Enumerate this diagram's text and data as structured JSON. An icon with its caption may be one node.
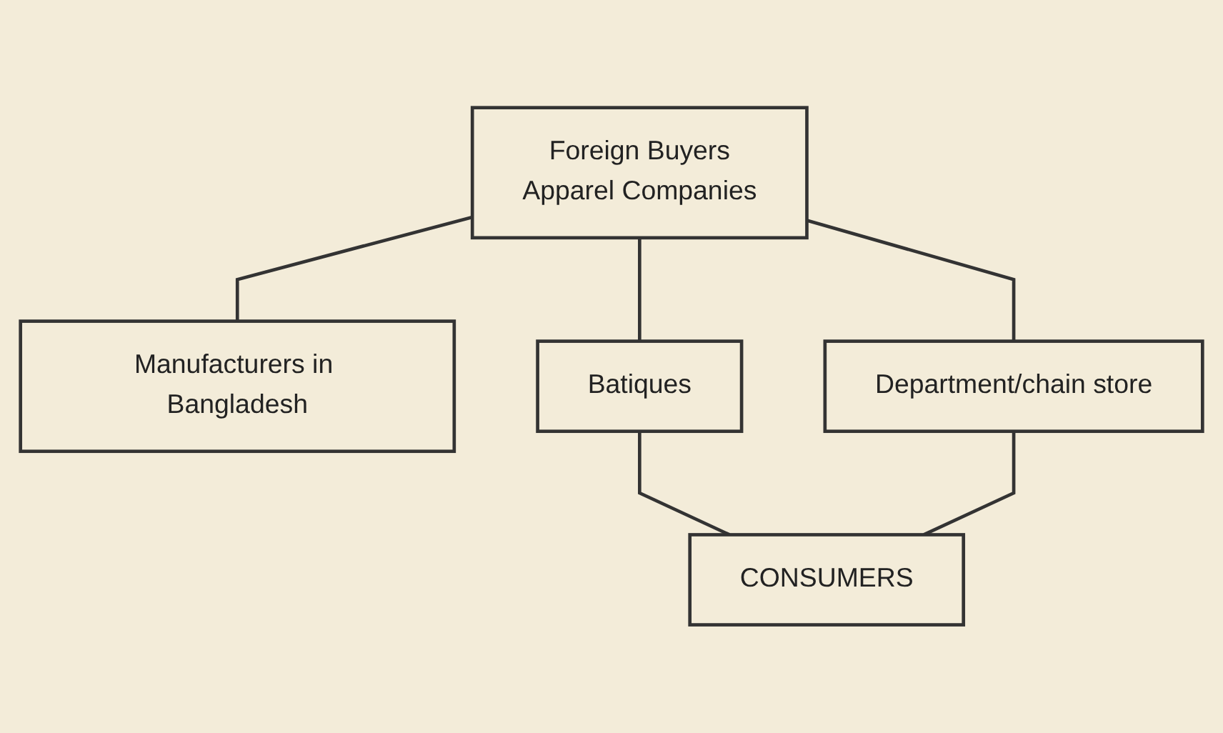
{
  "diagram": {
    "nodes": [
      {
        "text": [
          "Foreign Buyers",
          "Apparel Companies"
        ]
      },
      {
        "text": [
          "Manufacturers in Bangladesh"
        ]
      },
      {
        "text": [
          "Batiques"
        ]
      },
      {
        "text": [
          "Department/chain store"
        ]
      },
      {
        "text": [
          "CONSUMERS"
        ]
      }
    ],
    "edges": [
      {
        "from": 0,
        "to": 1,
        "arrow": "none"
      },
      {
        "from": 0,
        "to": 2,
        "arrow": "none"
      },
      {
        "from": 0,
        "to": 3,
        "arrow": "none"
      },
      {
        "from": 2,
        "to": 4,
        "arrow": "none"
      },
      {
        "from": 3,
        "to": 4,
        "arrow": "none"
      }
    ]
  }
}
